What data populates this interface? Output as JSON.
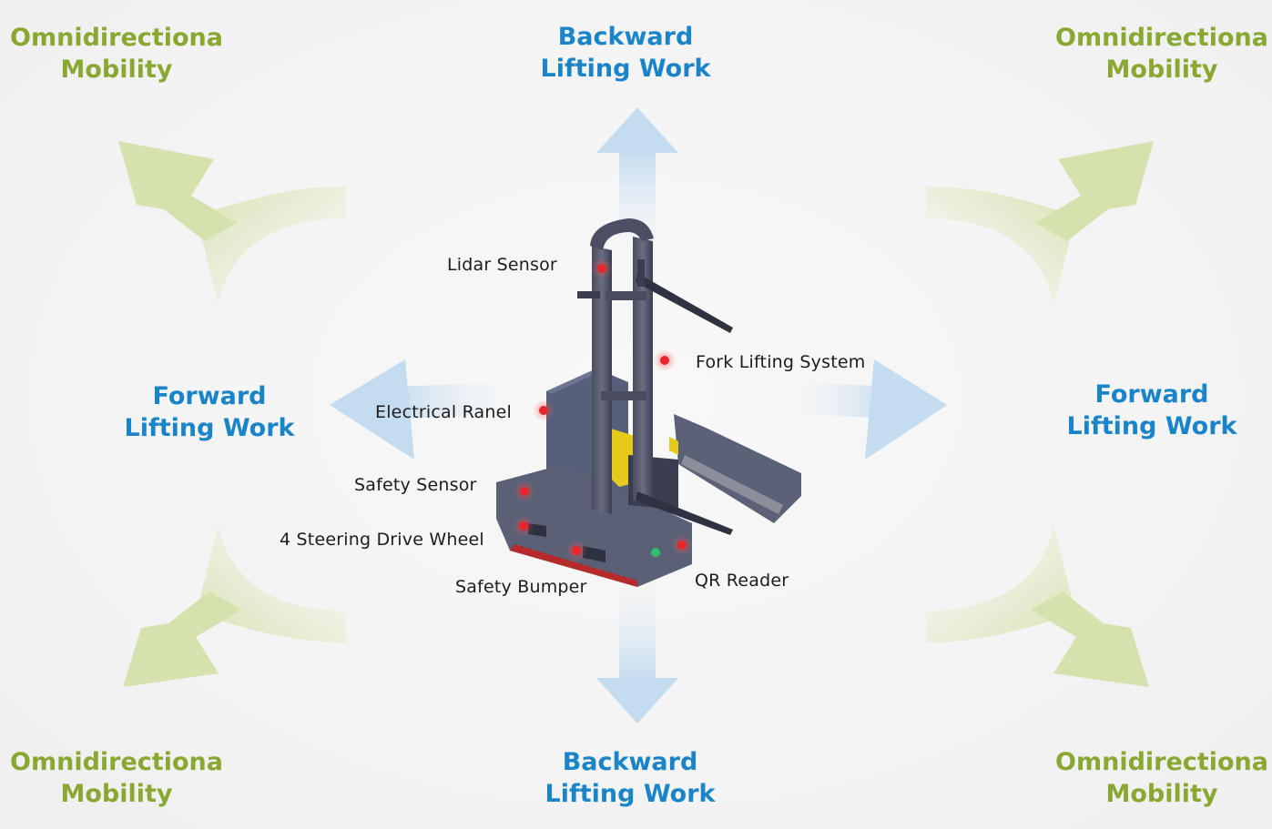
{
  "corners": {
    "top_left": {
      "line1": "Omnidirectiona",
      "line2": "Mobility"
    },
    "top_right": {
      "line1": "Omnidirectiona",
      "line2": "Mobility"
    },
    "bottom_left": {
      "line1": "Omnidirectiona",
      "line2": "Mobility"
    },
    "bottom_right": {
      "line1": "Omnidirectiona",
      "line2": "Mobility"
    }
  },
  "directions": {
    "top": {
      "line1": "Backward",
      "line2": "Lifting Work"
    },
    "bottom": {
      "line1": "Backward",
      "line2": "Lifting Work"
    },
    "left": {
      "line1": "Forward",
      "line2": "Lifting Work"
    },
    "right": {
      "line1": "Forward",
      "line2": "Lifting Work"
    }
  },
  "callouts": {
    "lidar_sensor": "Lidar Sensor",
    "fork_lifting_system": "Fork Lifting System",
    "electrical_panel": "Electrical Ranel",
    "safety_sensor": "Safety Sensor",
    "steering_drive_wheel": "4 Steering Drive Wheel",
    "safety_bumper": "Safety Bumper",
    "qr_reader": "QR Reader"
  },
  "colors": {
    "mobility_text": "#89a832",
    "lifting_text": "#1a84c9",
    "mobility_arrow": "#d9e4b4",
    "lifting_arrow": "#c9dff1",
    "marker": "#e8262a"
  }
}
